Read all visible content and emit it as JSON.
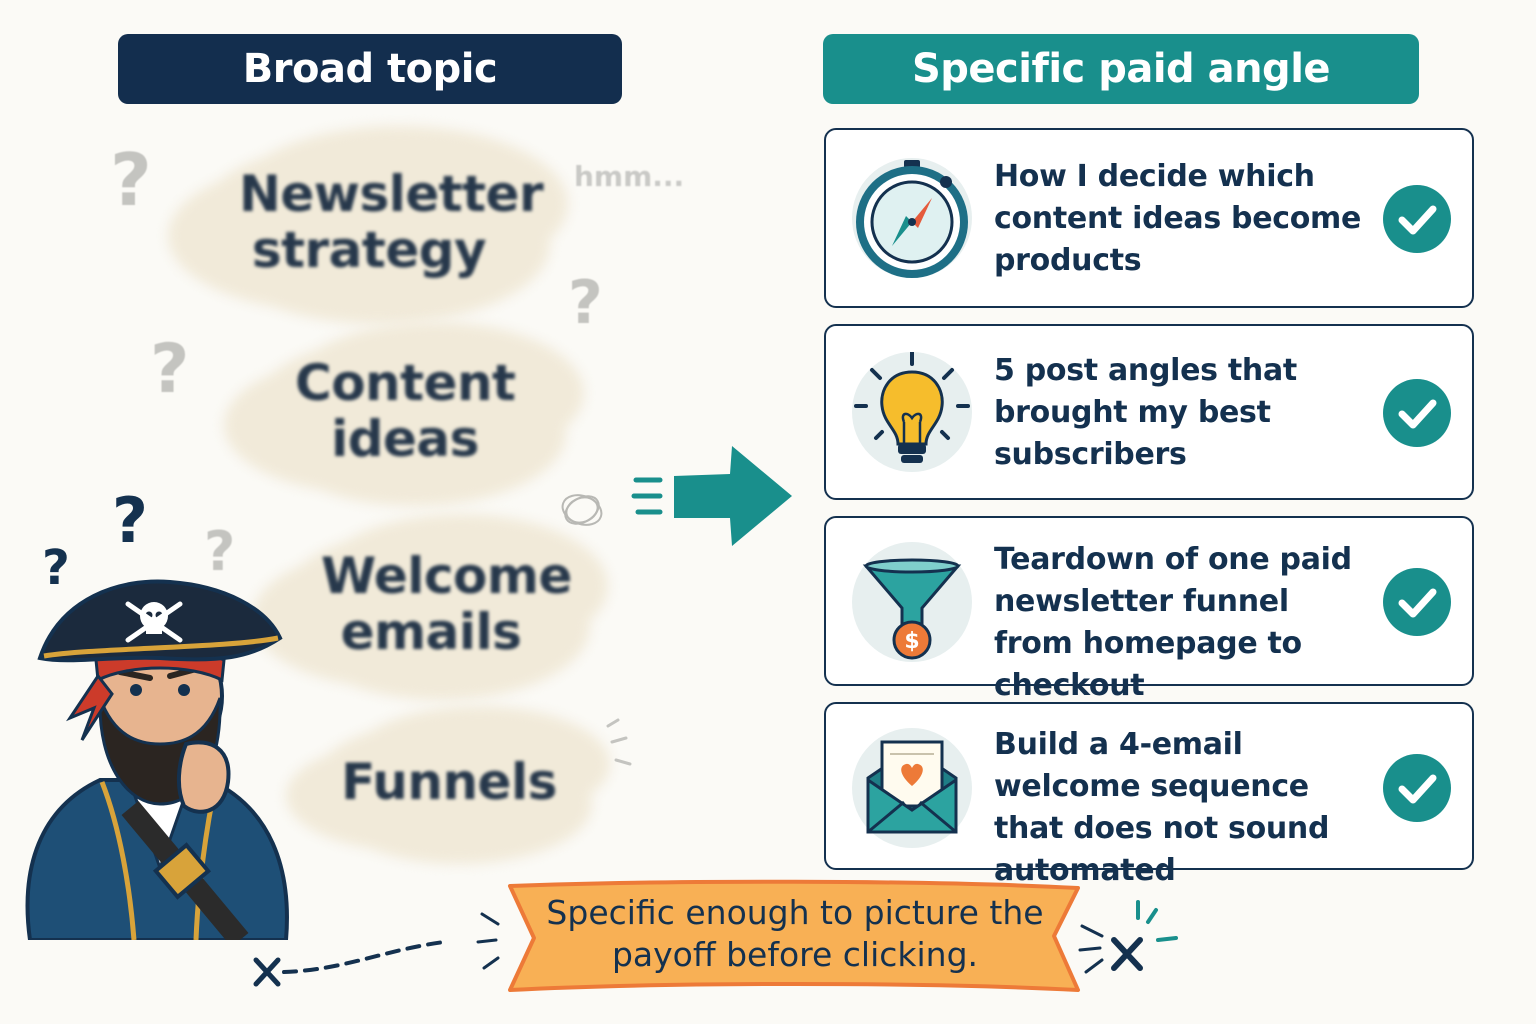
{
  "left_header": "Broad topic",
  "right_header": "Specific paid angle",
  "broad_topics": [
    "Newsletter strategy",
    "Content ideas",
    "Welcome emails",
    "Funnels"
  ],
  "hmm": "hmm...",
  "question_mark": "?",
  "specific_angles": [
    {
      "text": "How I decide which content ideas become products",
      "icon": "compass-icon"
    },
    {
      "text": "5 post angles that brought my best subscribers",
      "icon": "lightbulb-icon"
    },
    {
      "text": "Teardown of one paid newsletter funnel from homepage to checkout",
      "icon": "funnel-icon"
    },
    {
      "text": "Build a 4-email welcome sequence that does not sound automated",
      "icon": "envelope-icon"
    }
  ],
  "banner_text": "Specific enough to picture the payoff before clicking.",
  "colors": {
    "navy": "#132e4e",
    "teal": "#198f8c",
    "orange": "#f8b055",
    "cloud": "#f1ead9"
  }
}
